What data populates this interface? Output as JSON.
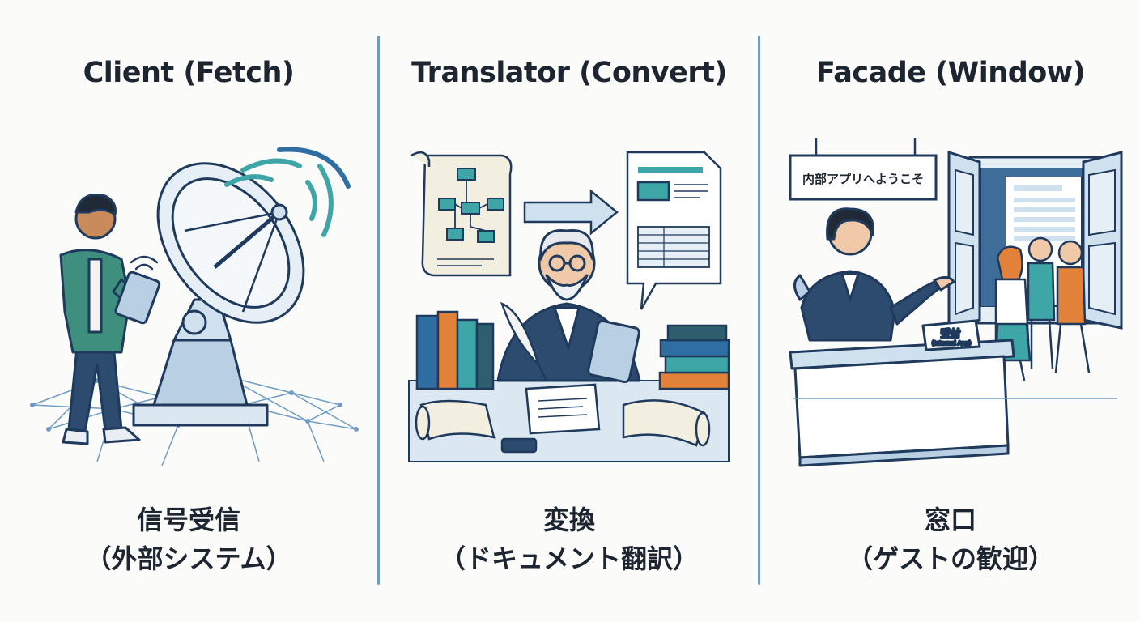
{
  "panels": [
    {
      "title": "Client (Fetch)",
      "caption_line1": "信号受信",
      "caption_line2": "（外部システム）",
      "icons": [
        "satellite-dish-icon",
        "wifi-signal-icon",
        "tablet-icon",
        "network-grid-icon",
        "person-icon"
      ]
    },
    {
      "title": "Translator (Convert)",
      "caption_line1": "変換",
      "caption_line2": "（ドキュメント翻訳）",
      "icons": [
        "flowchart-scroll-icon",
        "arrow-right-icon",
        "document-icon",
        "translator-person-icon",
        "books-icon",
        "quill-icon",
        "tablet-icon",
        "scroll-icon"
      ]
    },
    {
      "title": "Facade (Window)",
      "caption_line1": "窓口",
      "caption_line2": "（ゲストの歓迎）",
      "sign_text": "内部アプリへようこそ",
      "desk_plate_line1": "受付",
      "desk_plate_line2": "(Internal App)",
      "icons": [
        "receptionist-icon",
        "reception-desk-icon",
        "open-door-icon",
        "app-window-icon",
        "guests-icon"
      ]
    }
  ],
  "colors": {
    "divider": "#6f9cc4",
    "outline": "#1f3a5c",
    "light_blue": "#cfe0ee",
    "teal": "#3fa6a8",
    "orange": "#e2813a",
    "green_jacket": "#3e8f7d"
  }
}
